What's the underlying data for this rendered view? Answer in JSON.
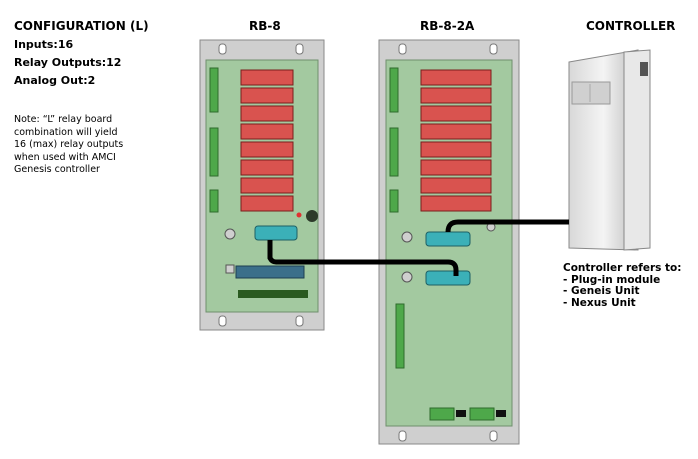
{
  "headers": {
    "configuration": "CONFIGURATION (L)",
    "rb8": "RB-8",
    "rb82a": "RB-8-2A",
    "controller": "CONTROLLER"
  },
  "specs": {
    "inputs": "Inputs:16",
    "relay_outputs": "Relay Outputs:12",
    "analog_out": "Analog Out:2"
  },
  "note": {
    "lines": [
      "Note: “L” relay board",
      "combination will yield",
      "16 (max) relay outputs",
      "when used with AMCI",
      "Genesis controller"
    ]
  },
  "controller_ref": {
    "title": "Controller refers to:",
    "items": [
      "- Plug-in module",
      "- Geneis Unit",
      "- Nexus Unit"
    ]
  },
  "colors": {
    "board_frame": "#c8c8c8",
    "board_pcb": "#9fc79a",
    "relay": "#d9534f",
    "connector": "#3bb0b8",
    "cable": "#000000",
    "terminal": "#4ea84a"
  }
}
